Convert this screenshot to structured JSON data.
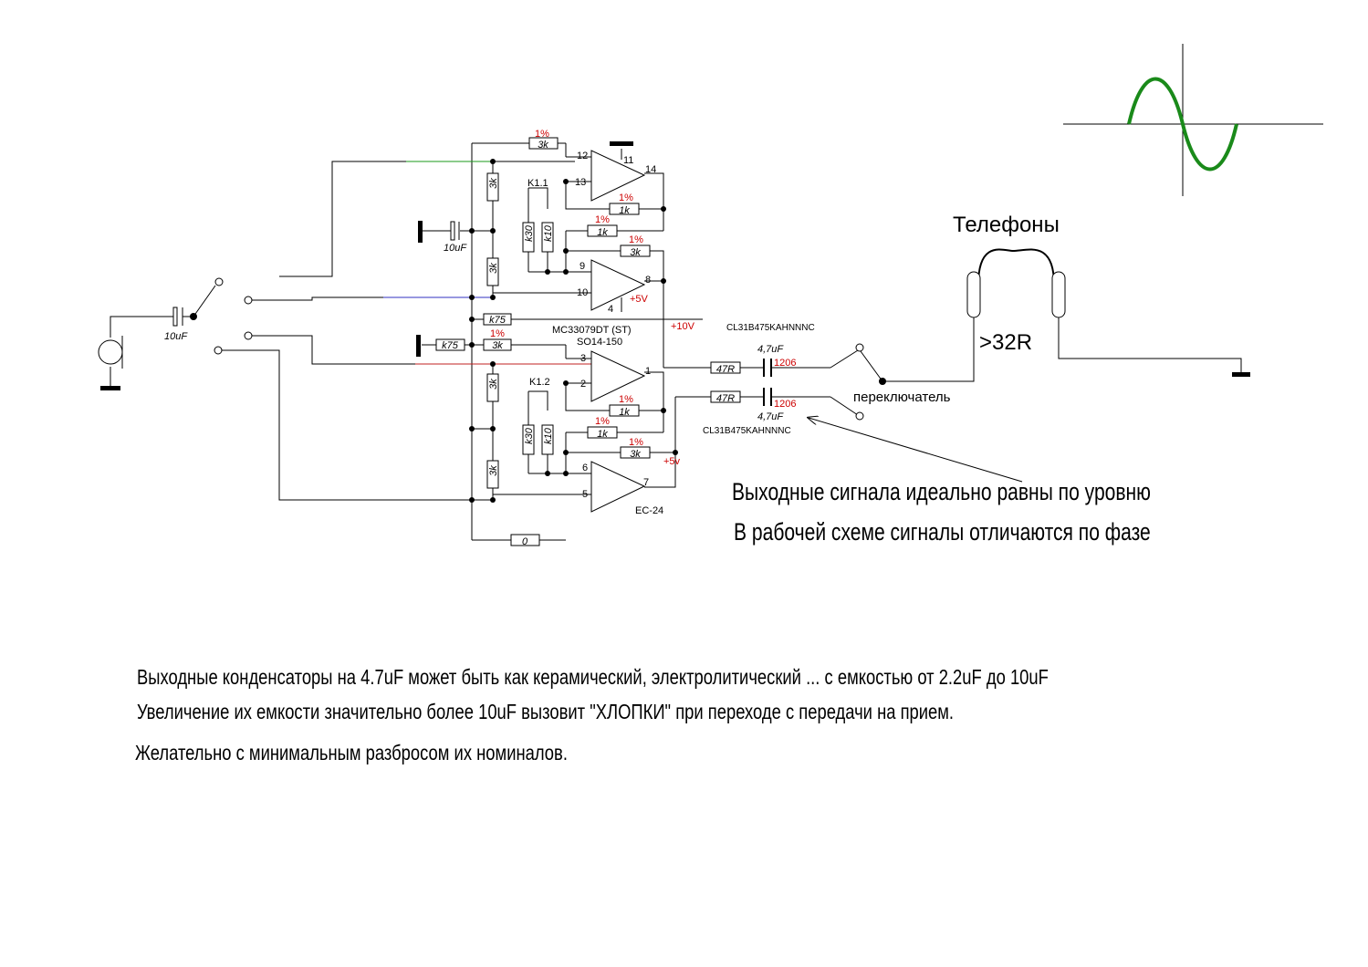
{
  "labels": {
    "headphones": "Телефоны",
    "impedance": ">32R",
    "switch": "переключатель",
    "ic_part": "MC33079DT (ST)",
    "ic_package": "SO14-150",
    "ec_label": "EC-24",
    "cap_part": "CL31B475KAHNNNC",
    "cap_value": "4,7uF",
    "cap_size": "1206",
    "supply_10v": "+10V",
    "supply_5v_top": "+5V",
    "supply_5v_bottom": "+5v",
    "electrolytic_value": "10uF",
    "relay_k11": "K1.1",
    "relay_k12": "K1.2"
  },
  "resistors": {
    "r3k": "3k",
    "r1k": "1k",
    "rk30": "k30",
    "rk10": "k10",
    "rk75": "k75",
    "r47": "47R",
    "r0": "0",
    "tolerance": "1%"
  },
  "pins": {
    "p1": "1",
    "p2": "2",
    "p3": "3",
    "p4": "4",
    "p5": "5",
    "p6": "6",
    "p7": "7",
    "p8": "8",
    "p9": "9",
    "p10": "10",
    "p11": "11",
    "p12": "12",
    "p13": "13",
    "p14": "14"
  },
  "notes": {
    "signal_level": "Выходные сигнала  идеально равны по уровню",
    "signal_phase": "В рабочей схеме сигналы  отличаются по фазе",
    "line1": "Выходные конденсаторы на 4.7uF может быть как керамический, электролитический ... с емкостью от 2.2uF до 10uF",
    "line2": "Увеличение их емкости значительно более 10uF вызовит \"ХЛОПКИ\" при переходе с передачи на прием.",
    "line3": "Желательно с минимальным разбросом их номиналов."
  },
  "colors": {
    "sine": "#1a8a1a",
    "tolerance_text": "#cc0000",
    "wire_green": "#1a9a1a",
    "wire_blue": "#3030c0",
    "wire_red": "#c02020"
  }
}
